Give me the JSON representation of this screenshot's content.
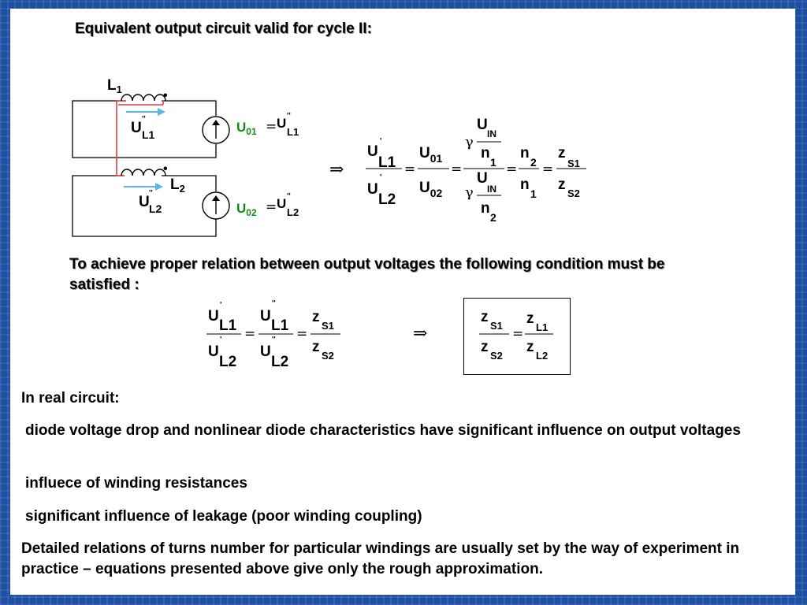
{
  "heading": "Equivalent output circuit valid for cycle II:",
  "circuit": {
    "l1_label": "L",
    "l1_sub": "1",
    "l2_label": "L",
    "l2_sub": "2",
    "dot": "•",
    "u_l1_main": "U",
    "u_l1_sub": "L1",
    "u_l1_prime": "''",
    "u_l2_main": "U",
    "u_l2_sub": "L2",
    "u_l2_prime": "''",
    "u01_main": "U",
    "u01_sub": "01",
    "u02_main": "U",
    "u02_sub": "02",
    "equals": "=",
    "colors": {
      "wire": "#000000",
      "red_loop": "#e04040",
      "arrow": "#5ab4e6",
      "green_label": "#138a13"
    }
  },
  "arrow_symbol": "⇒",
  "equation1": {
    "ul1": {
      "main": "U",
      "sub": "L1",
      "prime": "'"
    },
    "ul2": {
      "main": "U",
      "sub": "L2",
      "prime": "'"
    },
    "u01": {
      "main": "U",
      "sub": "01"
    },
    "u02": {
      "main": "U",
      "sub": "02"
    },
    "gamma": "γ",
    "uin": {
      "main": "U",
      "sub": "IN"
    },
    "n1": {
      "main": "n",
      "sub": "1"
    },
    "n2": {
      "main": "n",
      "sub": "2"
    },
    "zs1": {
      "main": "z",
      "sub": "S1"
    },
    "zs2": {
      "main": "z",
      "sub": "S2"
    },
    "eq": "="
  },
  "condition_text": "To achieve proper relation between output voltages the following condition must be satisfied :",
  "equation2": {
    "ul1_single": {
      "main": "U",
      "sub": "L1",
      "prime": "'"
    },
    "ul2_single": {
      "main": "U",
      "sub": "L2",
      "prime": "'"
    },
    "ul1_double": {
      "main": "U",
      "sub": "L1",
      "prime": "''"
    },
    "ul2_double": {
      "main": "U",
      "sub": "L2",
      "prime": "''"
    },
    "zs1": {
      "main": "z",
      "sub": "S1"
    },
    "zs2": {
      "main": "z",
      "sub": "S2"
    },
    "eq": "="
  },
  "boxed_equation": {
    "zs1": {
      "main": "z",
      "sub": "S1"
    },
    "zs2": {
      "main": "z",
      "sub": "S2"
    },
    "zl1": {
      "main": "z",
      "sub": "L1"
    },
    "zl2": {
      "main": "z",
      "sub": "L2"
    },
    "eq": "="
  },
  "real_circuit": {
    "title": "In real circuit:",
    "items": [
      "diode voltage drop and nonlinear diode characteristics have significant influence on output voltages",
      "influece of winding resistances",
      "significant influence of leakage (poor winding coupling)"
    ],
    "conclusion": "Detailed relations of turns number for particular windings are usually set by the way of experiment in practice – equations presented above give only the rough approximation."
  }
}
